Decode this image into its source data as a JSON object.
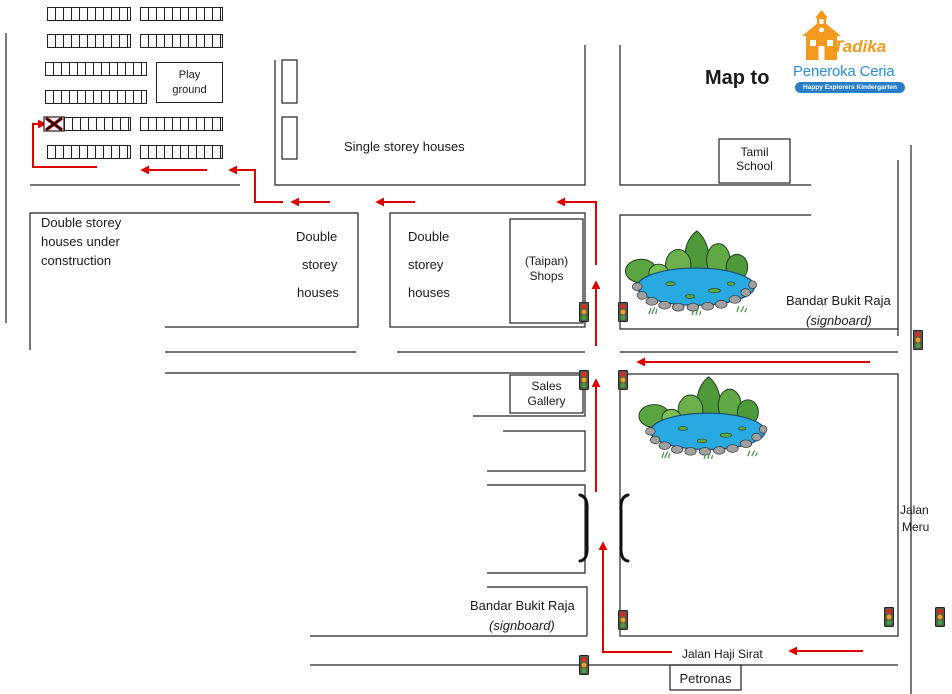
{
  "title": {
    "text": "Map to"
  },
  "logo": {
    "line1": "Tadika",
    "line2": "Peneroka Ceria",
    "tagline": "Happy Explorers Kindergarten"
  },
  "labels": {
    "playground": [
      "Play",
      "ground"
    ],
    "single_storey": "Single storey houses",
    "tamil_school": [
      "Tamil",
      "School"
    ],
    "under_construction": [
      "Double storey",
      "houses under",
      "construction"
    ],
    "double_storey_west": [
      "Double",
      "storey",
      "houses"
    ],
    "double_storey_east": [
      "Double",
      "storey",
      "houses"
    ],
    "shops": [
      "(Taipan)",
      "Shops"
    ],
    "signboard_north": {
      "name": "Bandar Bukit Raja",
      "note": "(signboard)"
    },
    "sales_gallery": [
      "Sales",
      "Gallery"
    ],
    "jalan_meru": [
      "Jalan",
      "Meru"
    ],
    "signboard_south": {
      "name": "Bandar Bukit Raja",
      "note": "(signboard)"
    },
    "jalan_haji_sirat": "Jalan Haji Sirat",
    "petronas": "Petronas"
  },
  "icons": {
    "destination": "x-mark-icon",
    "traffic_light": "traffic-light-icon",
    "pond": "pond-icon",
    "school": "schoolhouse-icon",
    "route_arrow": "arrow-icon"
  },
  "colors": {
    "route": "#e00000",
    "water": "#29a9e1",
    "logo_orange": "#f39a1e",
    "logo_blue": "#2a8fd6"
  }
}
